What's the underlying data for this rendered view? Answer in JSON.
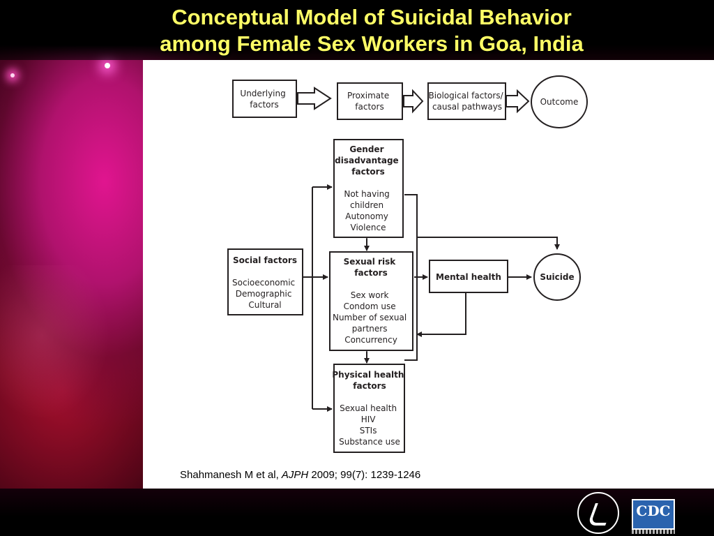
{
  "slide": {
    "title_line1": "Conceptual Model of Suicidal Behavior",
    "title_line2": "among Female Sex Workers in Goa, India"
  },
  "legend_chain": {
    "underlying": [
      "Underlying",
      "factors"
    ],
    "proximate": [
      "Proximate",
      "factors"
    ],
    "biological": [
      "Biological factors/",
      "causal pathways"
    ],
    "outcome": "Outcome"
  },
  "model": {
    "gender": {
      "title": [
        "Gender",
        "disadvantage",
        "factors"
      ],
      "items": [
        "Not having",
        "children",
        "Autonomy",
        "Violence"
      ]
    },
    "social": {
      "title": "Social factors",
      "items": [
        "Socioeconomic",
        "Demographic",
        "Cultural"
      ]
    },
    "sexual_risk": {
      "title": [
        "Sexual risk",
        "factors"
      ],
      "items": [
        "Sex work",
        "Condom use",
        "Number of sexual",
        "partners",
        "Concurrency"
      ]
    },
    "mental_health": "Mental health",
    "suicide": "Suicide",
    "physical": {
      "title": [
        "Physical health",
        "factors"
      ],
      "items": [
        "Sexual health",
        "HIV",
        "STIs",
        "Substance use"
      ]
    }
  },
  "citation": {
    "authors": "Shahmanesh M et al, ",
    "journal": "AJPH",
    "ref": " 2009; 99(7): 1239-1246"
  },
  "logos": {
    "hhs": "hhs-eagle-seal",
    "cdc": "CDC"
  },
  "colors": {
    "title": "#ffff66",
    "panel": "#ffffff",
    "ink": "#231f20",
    "accent_magenta": "#e0158f",
    "cdc_blue": "#2a63ae"
  }
}
